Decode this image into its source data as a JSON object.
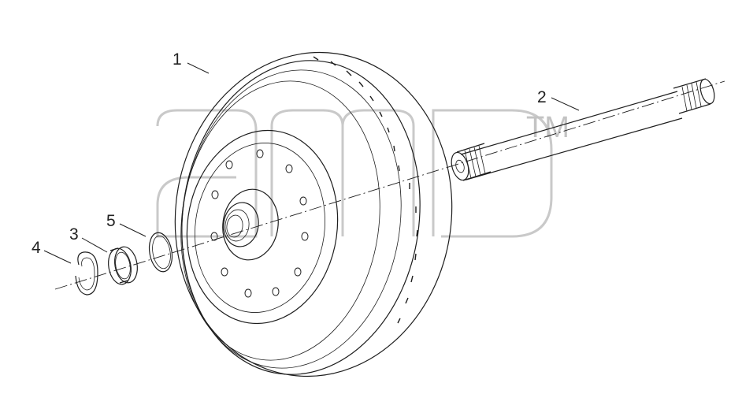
{
  "diagram": {
    "callouts": [
      {
        "id": "1",
        "label": "1"
      },
      {
        "id": "2",
        "label": "2"
      },
      {
        "id": "3",
        "label": "3"
      },
      {
        "id": "4",
        "label": "4"
      },
      {
        "id": "5",
        "label": "5"
      }
    ],
    "watermark": {
      "text": "amp",
      "trademark": "TM"
    },
    "colors": {
      "line": "#1e1e1e",
      "watermark": "#c9c9c9",
      "background": "#ffffff"
    }
  }
}
